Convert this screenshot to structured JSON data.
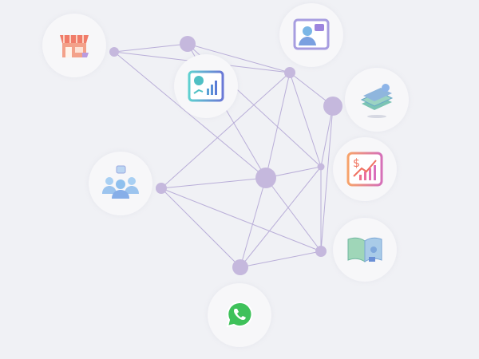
{
  "colors": {
    "background": "#f0f1f5",
    "node": "#c5b8dd",
    "edge": "#b9aed8",
    "bubble": "#f7f7f9"
  },
  "nodes": [
    "a",
    "b",
    "c",
    "d",
    "e",
    "f",
    "g",
    "h",
    "i"
  ],
  "edges": [
    [
      "a",
      "b"
    ],
    [
      "a",
      "c"
    ],
    [
      "a",
      "f"
    ],
    [
      "b",
      "c"
    ],
    [
      "b",
      "f"
    ],
    [
      "b",
      "e"
    ],
    [
      "c",
      "g"
    ],
    [
      "c",
      "f"
    ],
    [
      "c",
      "e"
    ],
    [
      "c",
      "d"
    ],
    [
      "d",
      "e"
    ],
    [
      "d",
      "h"
    ],
    [
      "e",
      "f"
    ],
    [
      "e",
      "i"
    ],
    [
      "e",
      "h"
    ],
    [
      "g",
      "f"
    ],
    [
      "g",
      "h"
    ],
    [
      "g",
      "i"
    ],
    [
      "f",
      "i"
    ],
    [
      "f",
      "h"
    ],
    [
      "i",
      "h"
    ]
  ],
  "icons": [
    "store-icon",
    "analytics-chart-icon",
    "customer-support-icon",
    "money-stack-icon",
    "finance-growth-icon",
    "team-chat-icon",
    "book-icon",
    "whatsapp-icon"
  ]
}
